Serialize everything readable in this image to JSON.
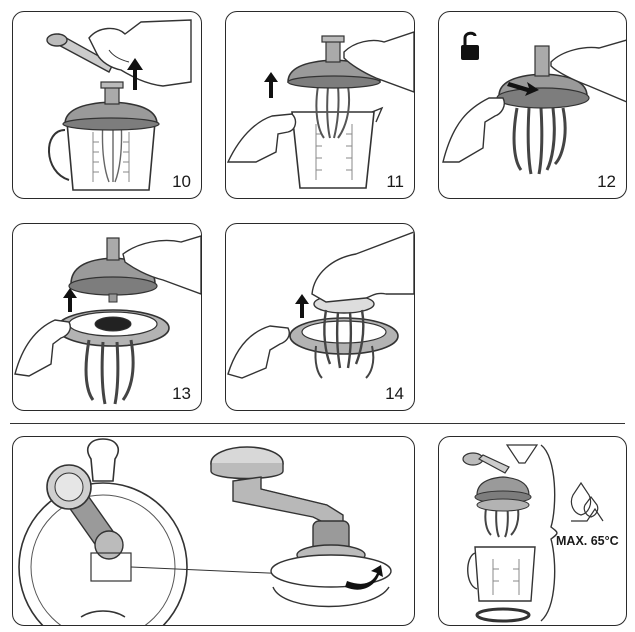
{
  "steps": [
    {
      "number": "10"
    },
    {
      "number": "11"
    },
    {
      "number": "12"
    },
    {
      "number": "13"
    },
    {
      "number": "14"
    }
  ],
  "care_note": {
    "max_temperature": "MAX. 65°C"
  },
  "icons": {
    "unlock": "padlock-open-icon",
    "up_arrow": "up-arrow-icon",
    "push_arrow": "push-arrow-icon",
    "hot_water": "hot-water-drop-icon",
    "rotate": "rotate-arrow-icon"
  }
}
